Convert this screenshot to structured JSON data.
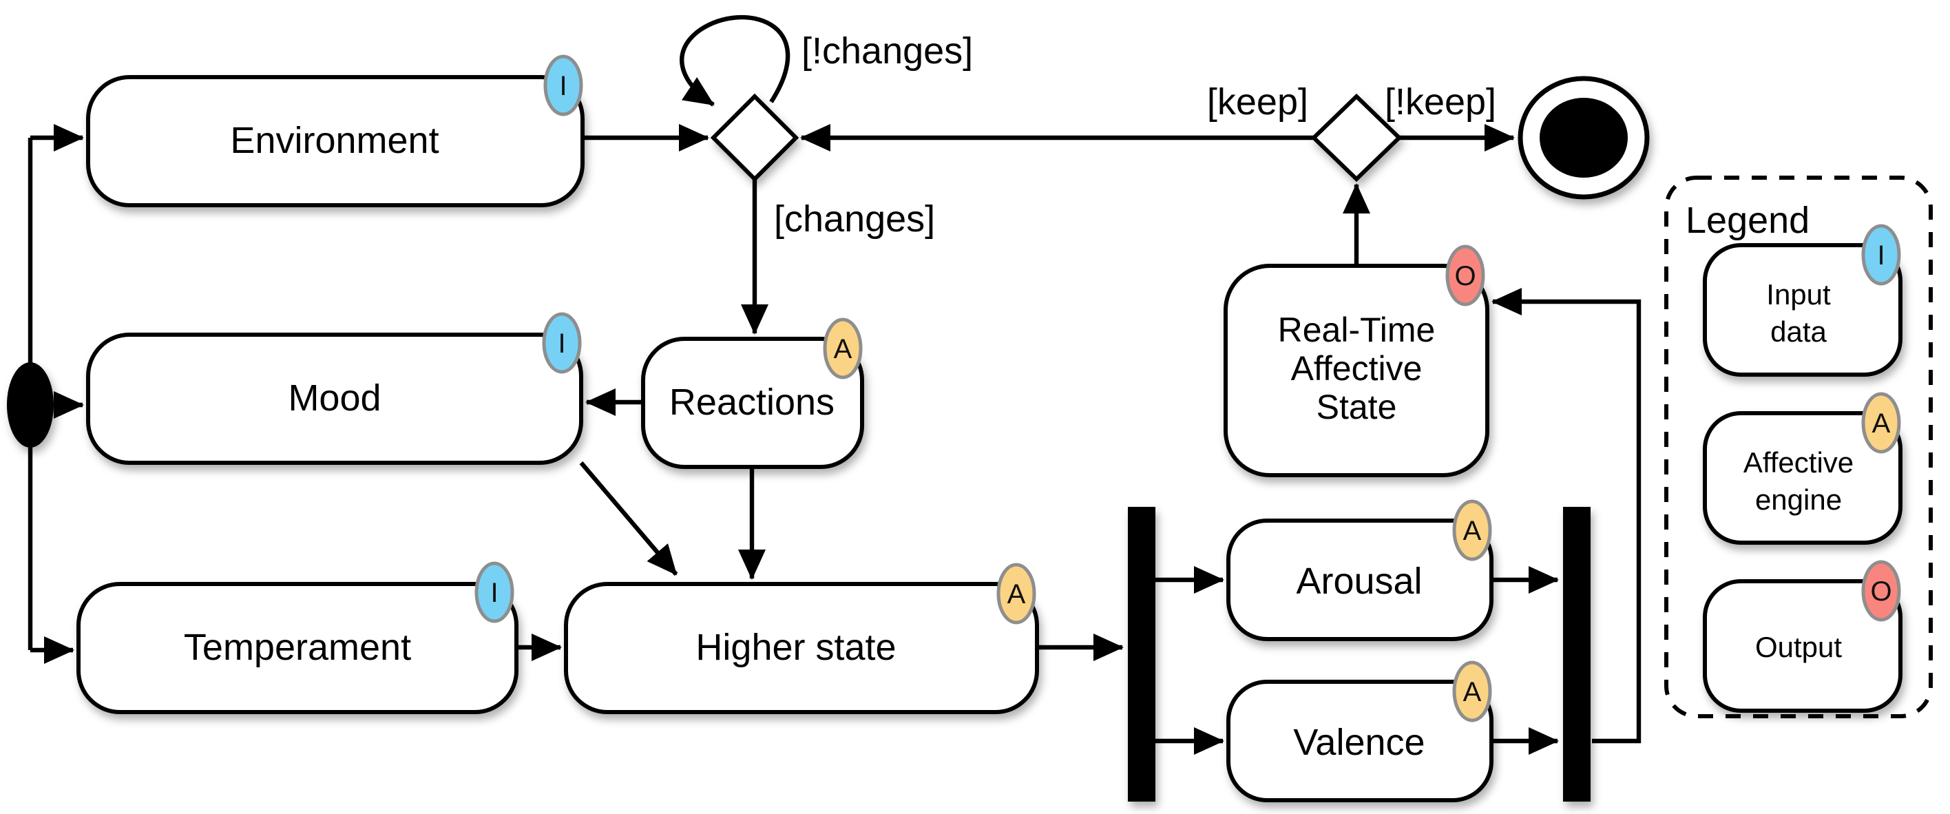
{
  "colors": {
    "input": "#76d1f5",
    "engine": "#fbd384",
    "output": "#f9867e",
    "badge_ring": "#8e8e8e",
    "line": "#000000",
    "node_fill": "#ffffff"
  },
  "nodes": {
    "environment": {
      "label": "Environment",
      "badge": "I"
    },
    "mood": {
      "label": "Mood",
      "badge": "I"
    },
    "temperament": {
      "label": "Temperament",
      "badge": "I"
    },
    "reactions": {
      "label": "Reactions",
      "badge": "A"
    },
    "higher_state": {
      "label": "Higher state",
      "badge": "A"
    },
    "arousal": {
      "label": "Arousal",
      "badge": "A"
    },
    "valence": {
      "label": "Valence",
      "badge": "A"
    },
    "rtas": {
      "lines": [
        "Real-Time",
        "Affective",
        "State"
      ],
      "badge": "O"
    }
  },
  "guards": {
    "not_changes": "[!changes]",
    "changes": "[changes]",
    "keep": "[keep]",
    "not_keep": "[!keep]"
  },
  "legend": {
    "title": "Legend",
    "items": [
      {
        "lines": [
          "Input",
          "data"
        ],
        "badge": "I"
      },
      {
        "lines": [
          "Affective",
          "engine"
        ],
        "badge": "A"
      },
      {
        "lines": [
          "Output"
        ],
        "badge": "O"
      }
    ]
  }
}
